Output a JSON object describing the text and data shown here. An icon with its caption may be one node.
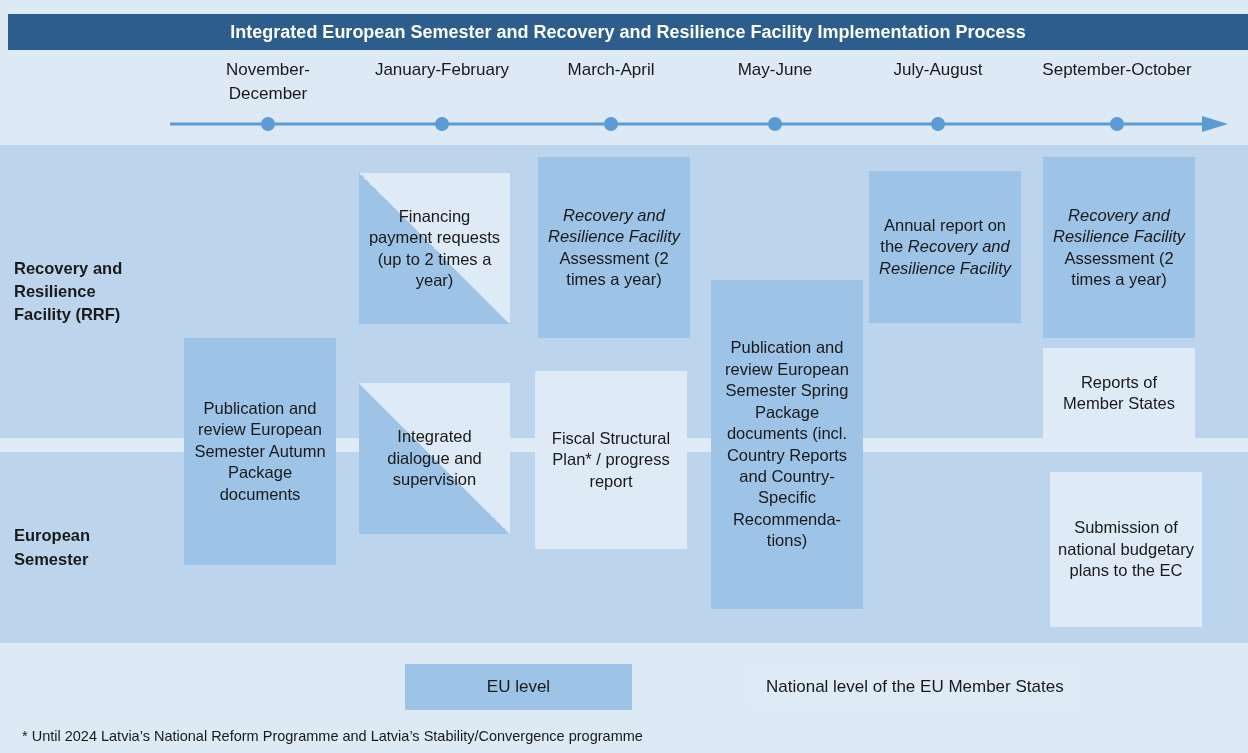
{
  "diagram": {
    "title": "Integrated European Semester and Recovery and Resilience Facility Implementation Process",
    "nodes": [
      {
        "text": [
          "Recovery and Resilience Facility (RRF)"
        ]
      },
      {
        "text": [
          "European Semester"
        ]
      },
      {
        "text": [
          "Financing payment requests (up to 2 times a year)"
        ],
        "in": 0
      },
      {
        "text": [
          "*Recovery and Resilience Facility* Assessment (2 times a year)"
        ],
        "in": 0
      },
      {
        "text": [
          "Annual report on the *Recovery and Resilience Facility*"
        ],
        "in": 0
      },
      {
        "text": [
          "*Recovery and Resilience Facility* Assessment (2 times a year)"
        ],
        "in": 0
      },
      {
        "text": [
          "Publication and review European Semester Autumn Package documents"
        ]
      },
      {
        "text": [
          "Integrated dialogue and supervision"
        ]
      },
      {
        "text": [
          "Fiscal Structural Plan* / progress report"
        ]
      },
      {
        "text": [
          "Publication and review European Semester Spring Package documents (incl. Country Reports and Country-Specific Recommenda-tions)"
        ]
      },
      {
        "text": [
          "Reports of Member States"
        ],
        "in": 0
      },
      {
        "text": [
          "Submission of national budgetary plans to the EC"
        ],
        "in": 1
      }
    ],
    "labels": [
      "November-December",
      "January-February",
      "March-April",
      "May-June",
      "July-August",
      "September-October",
      "* Until 2024 Latvia’s National Reform Programme and Latvia’s Stability/Convergence programme"
    ],
    "legend": [
      {
        "text": "EU level",
        "color": "#9dc3e6"
      },
      {
        "text": "National level of the EU Member States",
        "color": "#deeaf6"
      }
    ]
  }
}
